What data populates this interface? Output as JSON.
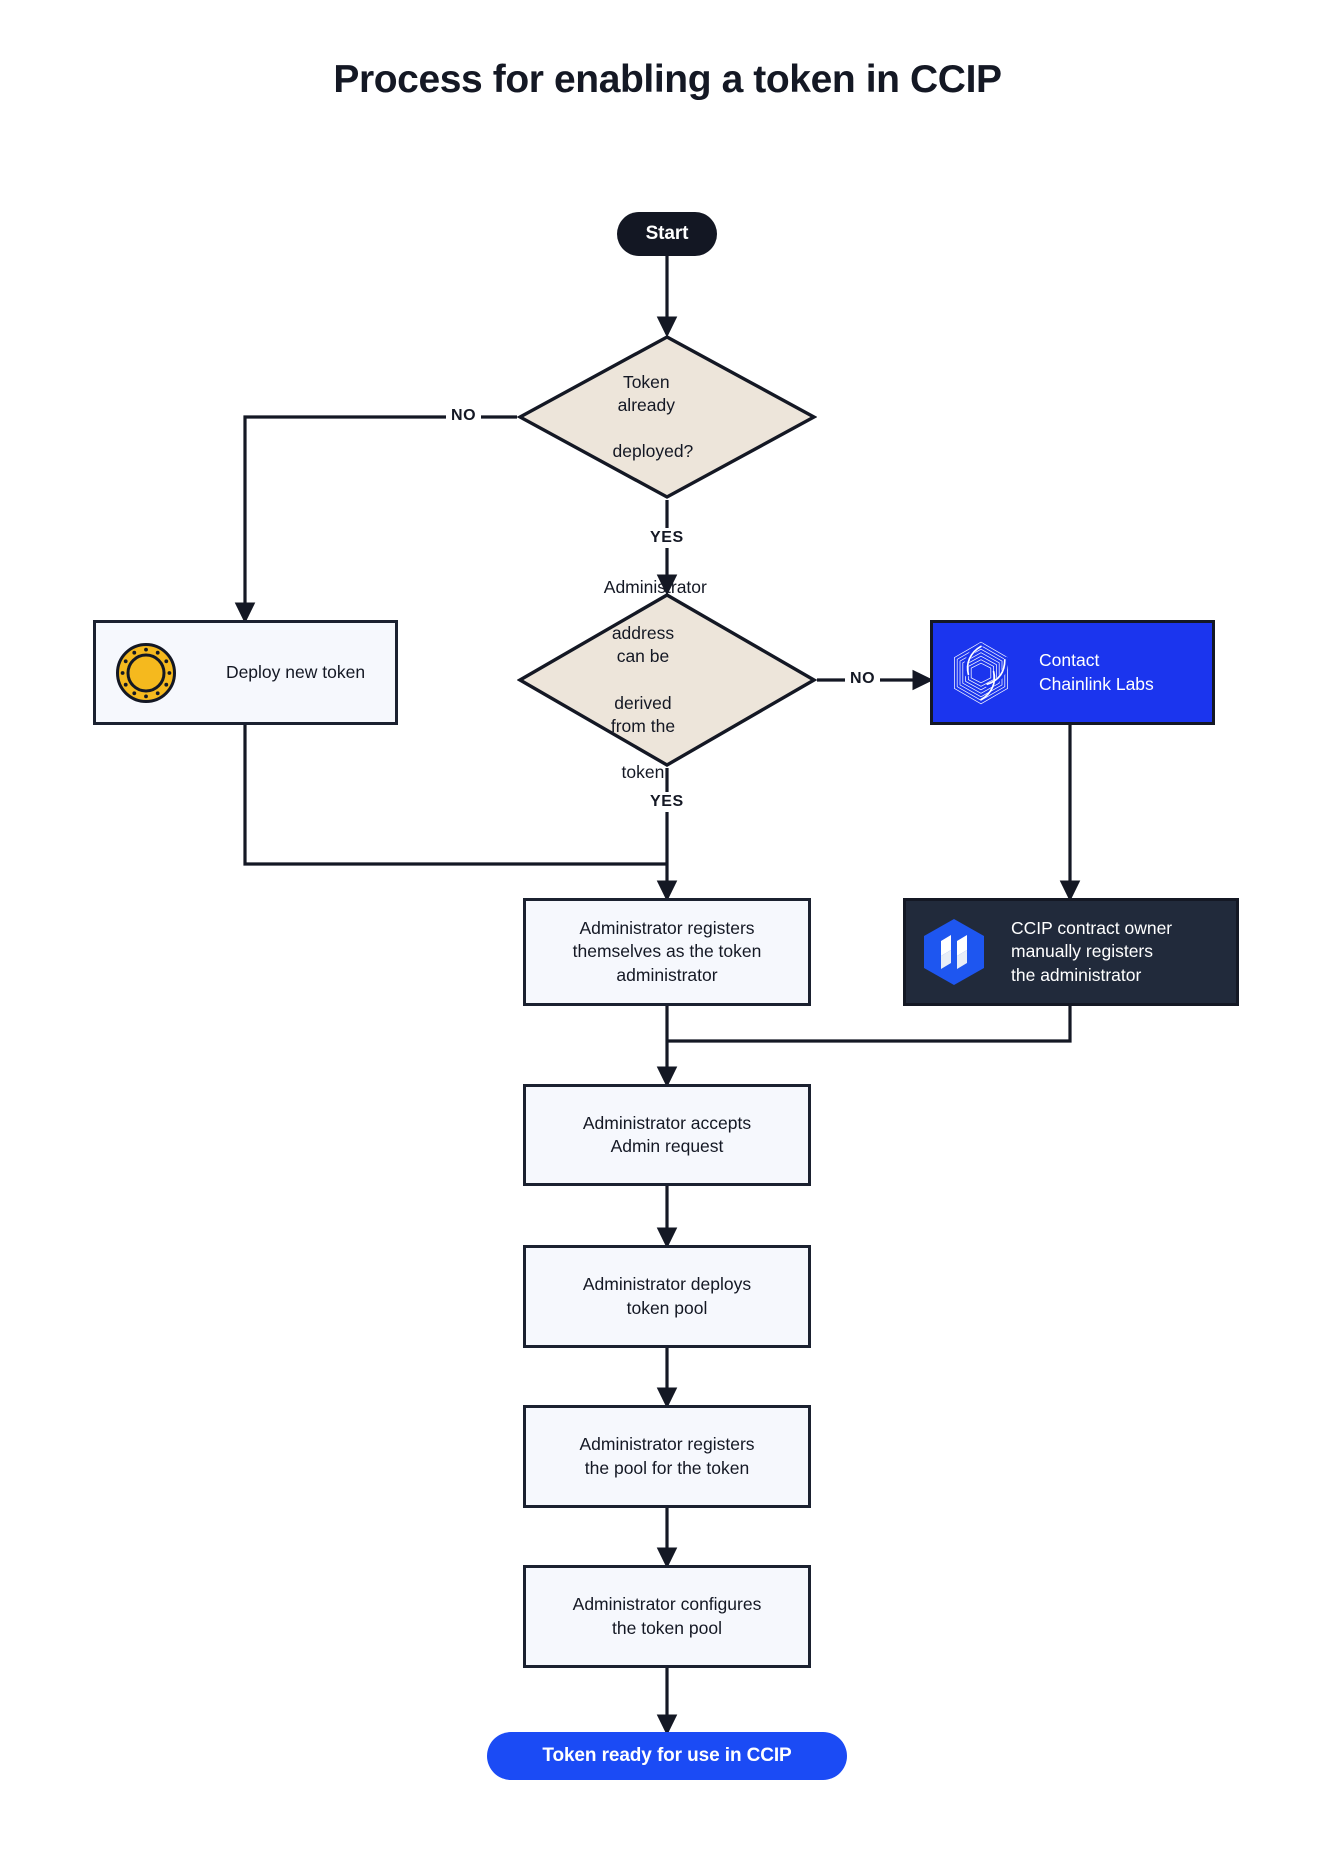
{
  "page": {
    "title": "Process for enabling a token in CCIP",
    "background": "#ffffff",
    "ink": "#141824"
  },
  "colors": {
    "start_fill": "#131723",
    "end_fill": "#1B4BF5",
    "process_fill": "#F6F8FD",
    "process_stroke": "#1B2130",
    "decision_fill": "#EDE5DA",
    "decision_stroke": "#141824",
    "chainlink_blue": "#1B35EE",
    "ccip_dark": "#212A3B",
    "ccip_logo_blue": "#1E56F0",
    "coin_gold": "#F5B91E"
  },
  "nodes": {
    "start": {
      "label": "Start",
      "type": "terminator"
    },
    "decision_deployed": {
      "label": "Token already deployed?",
      "lines": [
        "Token already",
        "deployed?"
      ],
      "type": "decision"
    },
    "deploy_token": {
      "label": "Deploy new token",
      "type": "process",
      "icon": "gold-coin-icon"
    },
    "decision_admin_derived": {
      "label": "Administrator address can be derived from the token",
      "lines": [
        "Administrator",
        "address can be",
        "derived from the",
        "token"
      ],
      "type": "decision"
    },
    "contact_chainlink": {
      "label": "Contact Chainlink Labs",
      "lines": [
        "Contact",
        "Chainlink Labs"
      ],
      "type": "process-blue",
      "icon": "chainlink-labs-logo-icon"
    },
    "admin_registers_self": {
      "label": "Administrator registers themselves as the token administrator",
      "lines": [
        "Administrator registers",
        "themselves as the token",
        "administrator"
      ],
      "type": "process"
    },
    "ccip_owner_registers": {
      "label": "CCIP contract owner manually registers the administrator",
      "lines": [
        "CCIP contract owner",
        "manually registers",
        "the administrator"
      ],
      "type": "process-dark",
      "icon": "ccip-hexagon-logo-icon"
    },
    "admin_accepts": {
      "label": "Administrator accepts Admin request",
      "lines": [
        "Administrator accepts",
        "Admin request"
      ],
      "type": "process"
    },
    "admin_deploys_pool": {
      "label": "Administrator deploys token pool",
      "lines": [
        "Administrator deploys",
        "token pool"
      ],
      "type": "process"
    },
    "admin_registers_pool": {
      "label": "Administrator registers the pool for the token",
      "lines": [
        "Administrator registers",
        "the pool for the token"
      ],
      "type": "process"
    },
    "admin_configures_pool": {
      "label": "Administrator configures the token pool",
      "lines": [
        "Administrator configures",
        "the token pool"
      ],
      "type": "process"
    },
    "end": {
      "label": "Token ready for use in CCIP",
      "type": "terminator"
    }
  },
  "edge_labels": {
    "deployed_no": "NO",
    "deployed_yes": "YES",
    "admin_no": "NO",
    "admin_yes": "YES"
  },
  "edges": [
    {
      "from": "start",
      "to": "decision_deployed",
      "label": ""
    },
    {
      "from": "decision_deployed",
      "to": "deploy_token",
      "label": "NO"
    },
    {
      "from": "decision_deployed",
      "to": "decision_admin_derived",
      "label": "YES"
    },
    {
      "from": "decision_admin_derived",
      "to": "contact_chainlink",
      "label": "NO"
    },
    {
      "from": "decision_admin_derived",
      "to": "admin_registers_self",
      "label": "YES"
    },
    {
      "from": "deploy_token",
      "to": "admin_registers_self",
      "label": ""
    },
    {
      "from": "contact_chainlink",
      "to": "ccip_owner_registers",
      "label": ""
    },
    {
      "from": "admin_registers_self",
      "to": "admin_accepts",
      "label": ""
    },
    {
      "from": "ccip_owner_registers",
      "to": "admin_accepts",
      "label": ""
    },
    {
      "from": "admin_accepts",
      "to": "admin_deploys_pool",
      "label": ""
    },
    {
      "from": "admin_deploys_pool",
      "to": "admin_registers_pool",
      "label": ""
    },
    {
      "from": "admin_registers_pool",
      "to": "admin_configures_pool",
      "label": ""
    },
    {
      "from": "admin_configures_pool",
      "to": "end",
      "label": ""
    }
  ]
}
